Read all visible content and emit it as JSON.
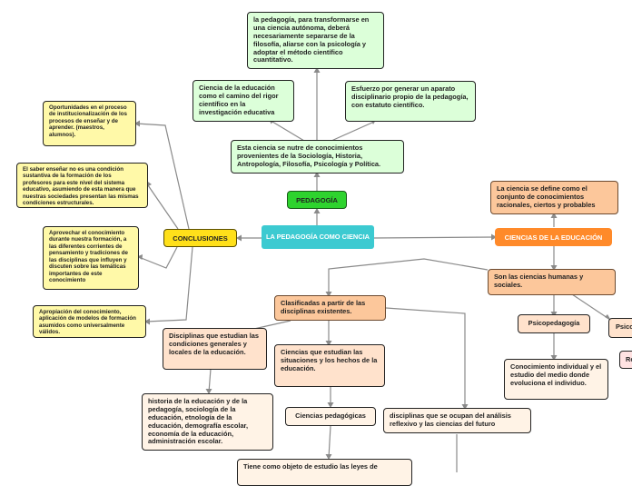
{
  "root": "LA PEDAGOGÍA COMO CIENCIA",
  "pedagogia": {
    "label": "PEDAGOGÍA",
    "nutre": "Esta ciencia se nutre de conocimientos provenientes de la Sociología, Historia, Antropología, Filosofía, Psicología y Política.",
    "camino": "Ciencia de la educación como el camino del rigor científico en la investigación educativa",
    "esfuerzo": "Esfuerzo por generar un aparato disciplinario propio de la pedagogía, con estatuto científico.",
    "transformarse": "la pedagogía, para transformarse en una ciencia autónoma, deberá necesariamente separarse de la filosofía, aliarse con la psicología y adoptar el método científico cuantitativo."
  },
  "conclusiones": {
    "label": "CONCLUSIONES",
    "items": [
      "Oportunidades en el proceso de institucionalización de los procesos de enseñar y de aprender. (maestros, alumnos).",
      "El saber enseñar no es una condición sustantiva de la formación de los profesores para este nivel del sistema educativo, asumiendo de esta manera que nuestras sociedades presentan las mismas condiciones estructurales.",
      "Aprovechar el conocimiento durante nuestra formación, a las diferentes corrientes de pensamiento y tradiciones de las disciplinas que influyen y discuten sobre las temáticas importantes de este conocimiento",
      "Apropiación del conocimiento, aplicación de modelos de formación asumidos como universalmente válidos."
    ]
  },
  "ciencias": {
    "label": "CIENCIAS DE LA EDUCACIÓN",
    "define": "La ciencia se define como el conjunto de conocimientos racionales, ciertos y probables",
    "humanas": "Son las ciencias humanas y sociales.",
    "psicopedagogia": "Psicopedagogía",
    "psico_cut": "Psico",
    "re_cut": "Re",
    "conocimiento_individual": "Conocimiento individual y el estudio del medio donde evoluciona el individuo.",
    "clasificadas": "Clasificadas a partir de las disciplinas existentes.",
    "disciplinas_estudian": "Disciplinas que estudian las condiciones generales y locales de la educación.",
    "historia": "historia de la educación y de la pedagogía, sociología de la educación, etnología de la educación, demografía escolar, economía de la educación, administración escolar.",
    "situaciones": "Ciencias que estudian las situaciones y los hechos de la educación.",
    "pedagogicas": "Ciencias pedagógicas",
    "objeto": "Tiene como objeto de estudio las leyes de",
    "reflexivo": "disciplinas que se ocupan del análisis reflexivo y las ciencias del futuro"
  }
}
